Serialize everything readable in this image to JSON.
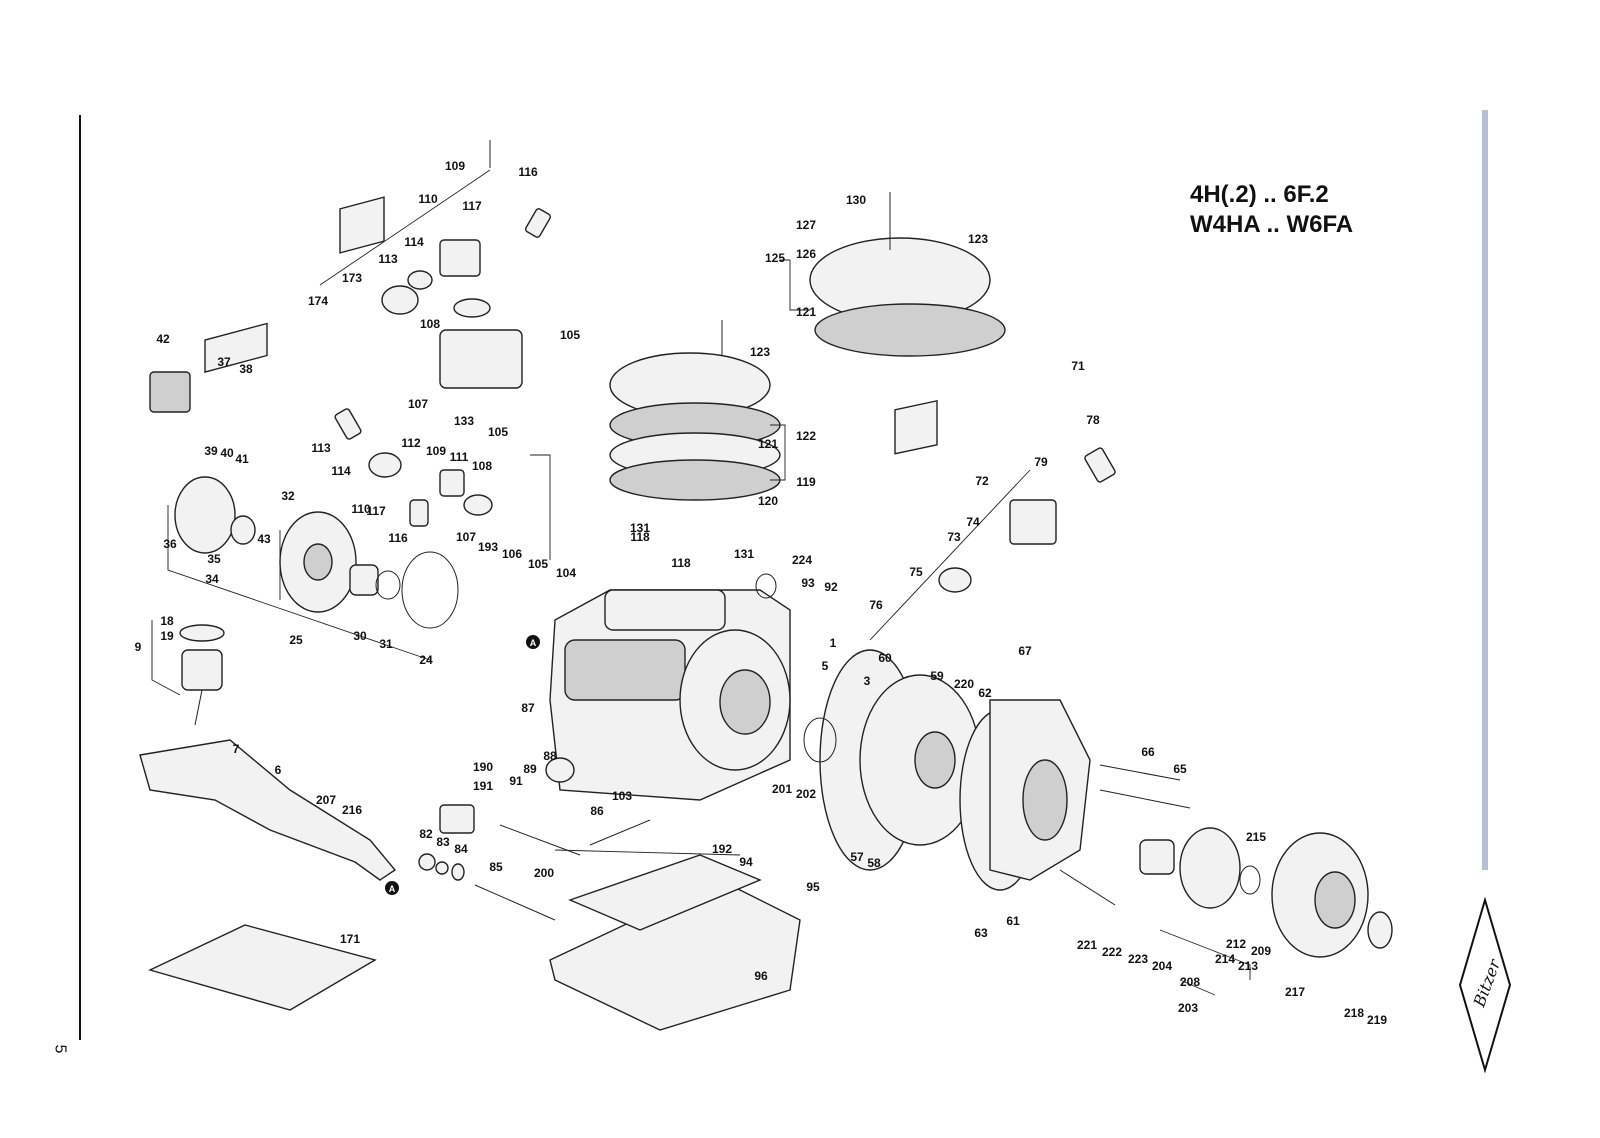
{
  "title": {
    "line1": "4H(.2) .. 6F.2",
    "line2": "W4HA .. W6FA"
  },
  "page_number": "5",
  "logo_text": "Bitzer",
  "part_labels": [
    "109",
    "116",
    "110",
    "117",
    "113",
    "114",
    "173",
    "174",
    "108",
    "105",
    "107",
    "133",
    "105",
    "130",
    "127",
    "123",
    "126",
    "125",
    "121",
    "123",
    "122",
    "121",
    "119",
    "120",
    "42",
    "37",
    "38",
    "39",
    "40",
    "41",
    "113",
    "114",
    "112",
    "109",
    "111",
    "108",
    "110",
    "117",
    "116",
    "32",
    "43",
    "36",
    "35",
    "34",
    "25",
    "30",
    "31",
    "24",
    "131",
    "118",
    "131",
    "224",
    "107",
    "193",
    "106",
    "105",
    "104",
    "118",
    "71",
    "78",
    "72",
    "79",
    "74",
    "73",
    "75",
    "76",
    "93",
    "92",
    "1",
    "5",
    "3",
    "60",
    "59",
    "220",
    "62",
    "67",
    "18",
    "19",
    "9",
    "7",
    "6",
    "207",
    "216",
    "87",
    "88",
    "89",
    "91",
    "190",
    "191",
    "86",
    "103",
    "201",
    "202",
    "57",
    "58",
    "66",
    "65",
    "82",
    "83",
    "84",
    "85",
    "200",
    "192",
    "94",
    "95",
    "96",
    "63",
    "61",
    "221",
    "222",
    "223",
    "204",
    "212",
    "209",
    "214",
    "213",
    "215",
    "217",
    "218",
    "219",
    "208",
    "203",
    "171"
  ]
}
